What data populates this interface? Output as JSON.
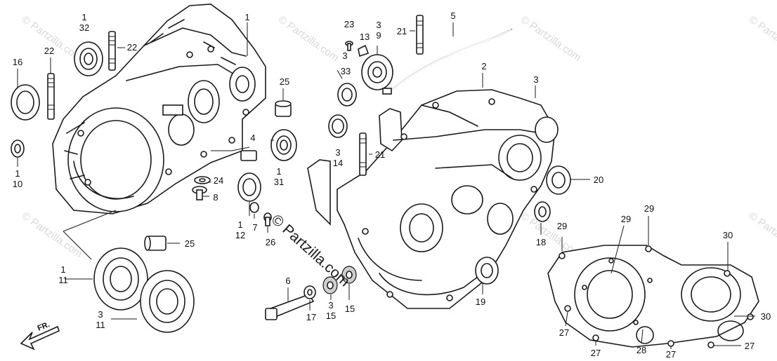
{
  "watermark": {
    "main": "© Partzilla.com",
    "faint": "© Partzilla.com"
  },
  "direction_arrow": {
    "label": "FR."
  },
  "callouts": [
    {
      "id": "c-1-32",
      "text": "1\n32"
    },
    {
      "id": "c-22a",
      "text": "22"
    },
    {
      "id": "c-1a",
      "text": "1"
    },
    {
      "id": "c-22b",
      "text": "22"
    },
    {
      "id": "c-16",
      "text": "16"
    },
    {
      "id": "c-1-10",
      "text": "1\n10"
    },
    {
      "id": "c-25a",
      "text": "25"
    },
    {
      "id": "c-4",
      "text": "4"
    },
    {
      "id": "c-1-31",
      "text": "1\n31"
    },
    {
      "id": "c-24",
      "text": "24"
    },
    {
      "id": "c-8",
      "text": "8"
    },
    {
      "id": "c-1-12",
      "text": "1\n12"
    },
    {
      "id": "c-7",
      "text": "7"
    },
    {
      "id": "c-26",
      "text": "26"
    },
    {
      "id": "c-25b",
      "text": "25"
    },
    {
      "id": "c-1-11",
      "text": "1\n11"
    },
    {
      "id": "c-3-11",
      "text": "3\n11"
    },
    {
      "id": "c-6",
      "text": "6"
    },
    {
      "id": "c-17",
      "text": "17"
    },
    {
      "id": "c-3-15",
      "text": "3\n15"
    },
    {
      "id": "c-15",
      "text": "15"
    },
    {
      "id": "c-23",
      "text": "23"
    },
    {
      "id": "c-13",
      "text": "13"
    },
    {
      "id": "c-3-9",
      "text": "3\n9"
    },
    {
      "id": "c-3a",
      "text": "3"
    },
    {
      "id": "c-33",
      "text": "33"
    },
    {
      "id": "c-21a",
      "text": "21"
    },
    {
      "id": "c-5",
      "text": "5"
    },
    {
      "id": "c-2",
      "text": "2"
    },
    {
      "id": "c-3b",
      "text": "3"
    },
    {
      "id": "c-3-14",
      "text": "3\n14"
    },
    {
      "id": "c-21b",
      "text": "21"
    },
    {
      "id": "c-20",
      "text": "20"
    },
    {
      "id": "c-18",
      "text": "18"
    },
    {
      "id": "c-19",
      "text": "19"
    },
    {
      "id": "c-29a",
      "text": "29"
    },
    {
      "id": "c-29b",
      "text": "29"
    },
    {
      "id": "c-29c",
      "text": "29"
    },
    {
      "id": "c-30a",
      "text": "30"
    },
    {
      "id": "c-30b",
      "text": "30"
    },
    {
      "id": "c-27a",
      "text": "27"
    },
    {
      "id": "c-27b",
      "text": "27"
    },
    {
      "id": "c-28",
      "text": "28"
    },
    {
      "id": "c-27c",
      "text": "27"
    },
    {
      "id": "c-27d",
      "text": "27"
    }
  ]
}
